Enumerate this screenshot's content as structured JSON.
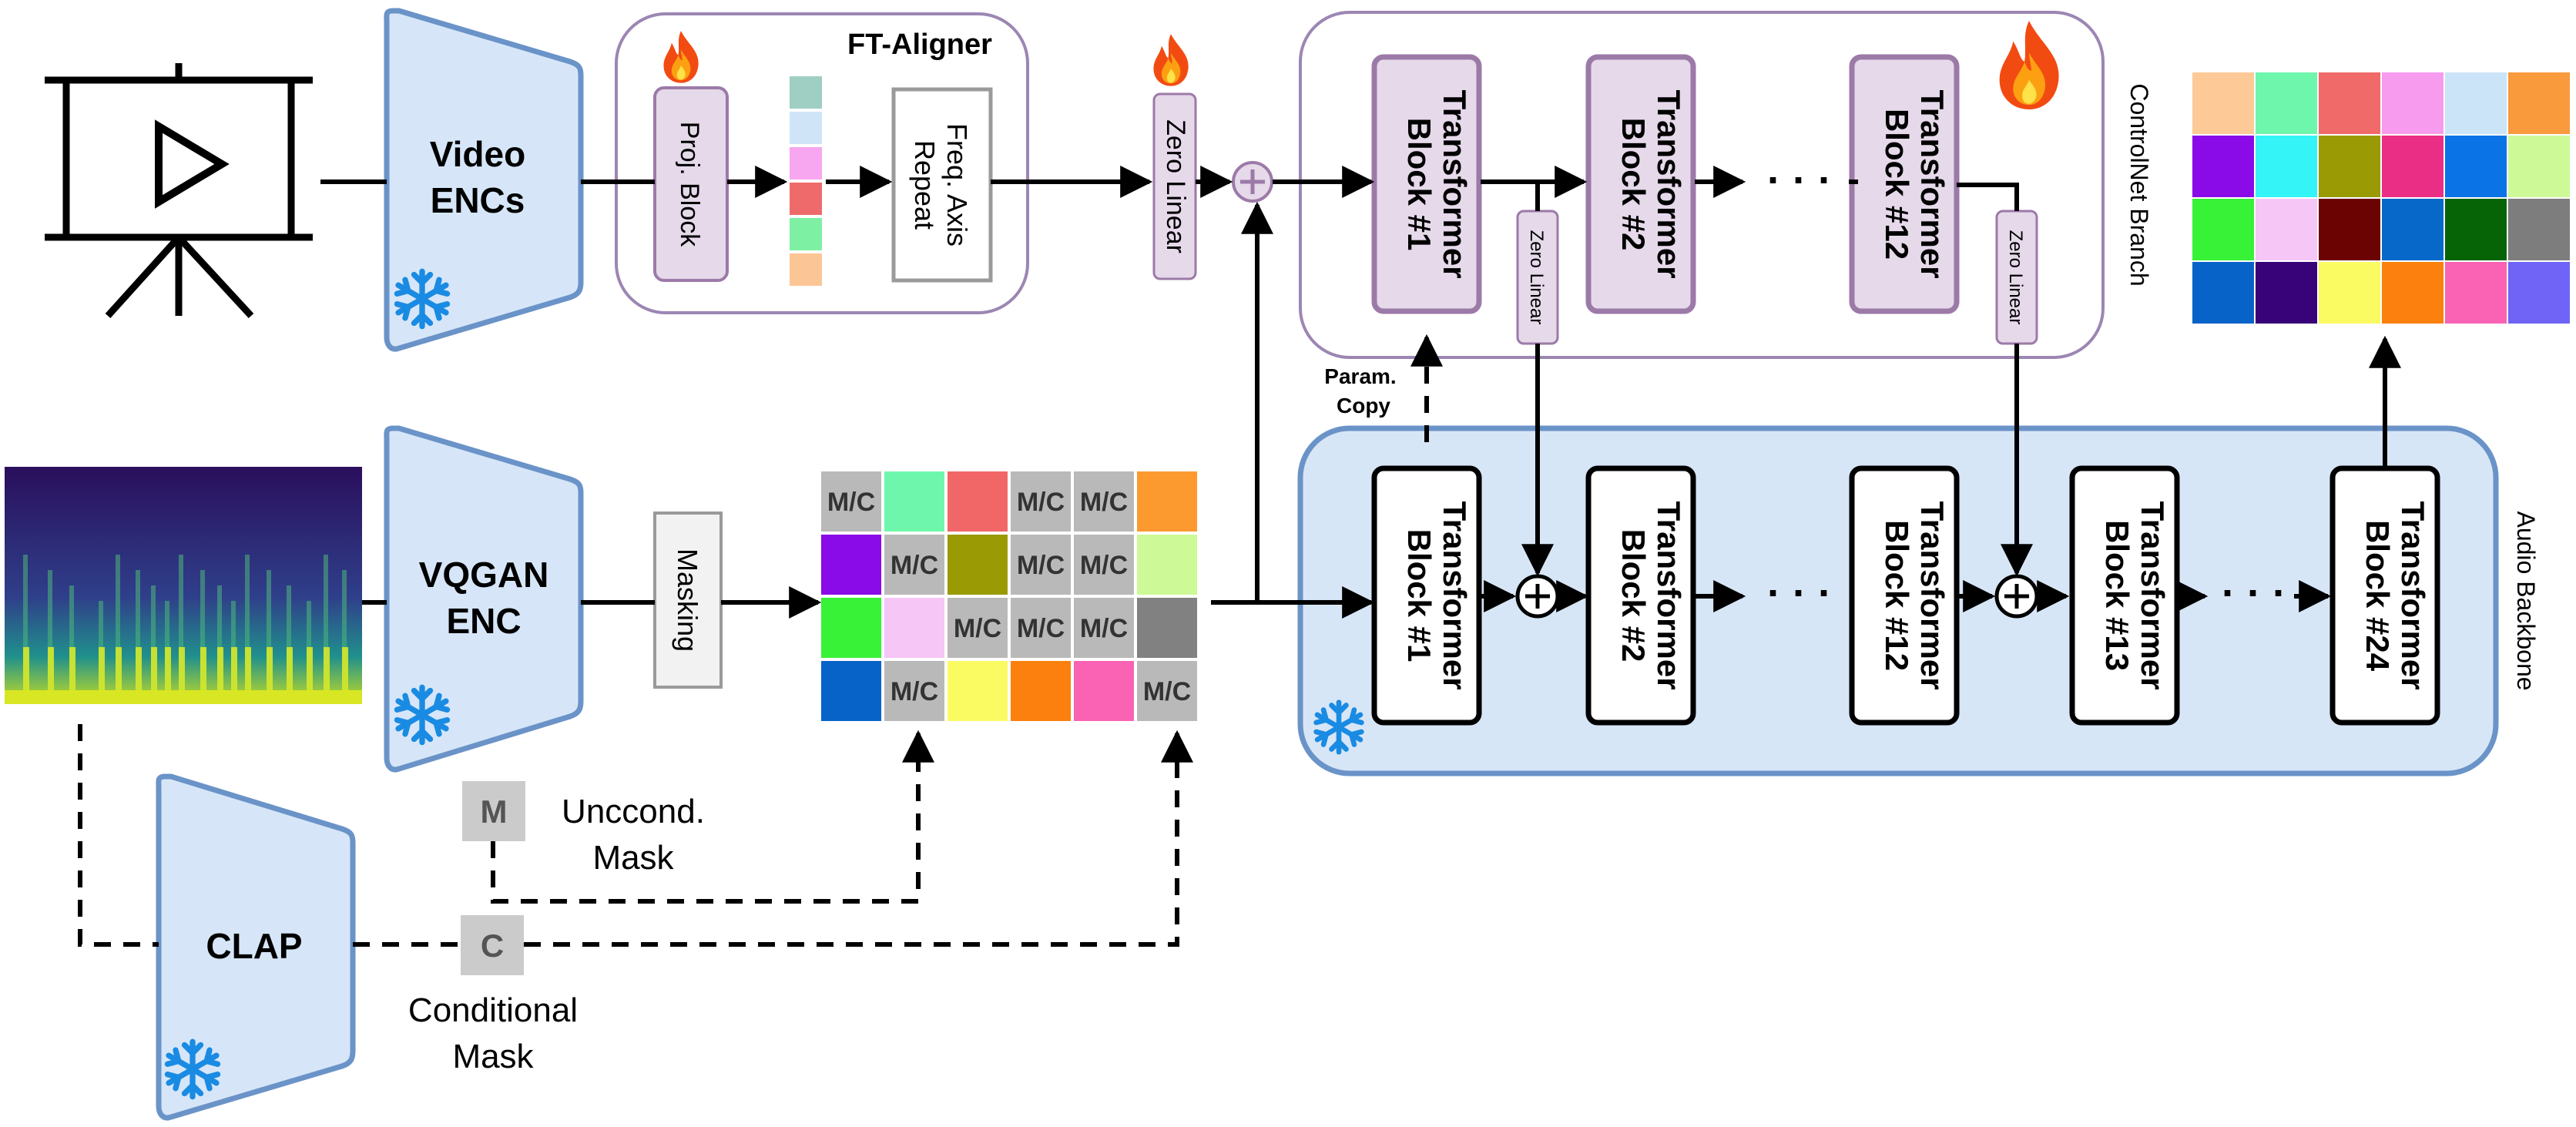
{
  "video_encoder": {
    "line1": "Video",
    "line2": "ENCs"
  },
  "vqgan_encoder": {
    "line1": "VQGAN",
    "line2": "ENC"
  },
  "clap_encoder": {
    "label": "CLAP"
  },
  "ft_aligner": {
    "title": "FT-Aligner",
    "proj_block": "Proj. Block",
    "freq_repeat_line1": "Freq. Axis",
    "freq_repeat_line2": "Repeat",
    "feature_colors": [
      "#9ecfc2",
      "#cfe5f7",
      "#f7a6f0",
      "#ef6a6a",
      "#7ef0a4",
      "#fcc596"
    ]
  },
  "zero_linear": {
    "label": "Zero Linear"
  },
  "masking": {
    "label": "Masking"
  },
  "token_grid": {
    "rows": [
      [
        {
          "color": "#b9b9b9",
          "label": "M/C"
        },
        {
          "color": "#6ef7ac",
          "label": ""
        },
        {
          "color": "#f16666",
          "label": ""
        },
        {
          "color": "#b9b9b9",
          "label": "M/C"
        },
        {
          "color": "#b9b9b9",
          "label": "M/C"
        },
        {
          "color": "#fc9a30",
          "label": ""
        }
      ],
      [
        {
          "color": "#8a0ae8",
          "label": ""
        },
        {
          "color": "#b9b9b9",
          "label": "M/C"
        },
        {
          "color": "#9a9a05",
          "label": ""
        },
        {
          "color": "#b9b9b9",
          "label": "M/C"
        },
        {
          "color": "#b9b9b9",
          "label": "M/C"
        },
        {
          "color": "#cdfa96",
          "label": ""
        }
      ],
      [
        {
          "color": "#37f237",
          "label": ""
        },
        {
          "color": "#f6c6f6",
          "label": ""
        },
        {
          "color": "#b9b9b9",
          "label": "M/C"
        },
        {
          "color": "#b9b9b9",
          "label": "M/C"
        },
        {
          "color": "#b9b9b9",
          "label": "M/C"
        },
        {
          "color": "#818181",
          "label": ""
        }
      ],
      [
        {
          "color": "#0863c9",
          "label": ""
        },
        {
          "color": "#b9b9b9",
          "label": "M/C"
        },
        {
          "color": "#fafa62",
          "label": ""
        },
        {
          "color": "#fb800d",
          "label": ""
        },
        {
          "color": "#fa62b4",
          "label": ""
        },
        {
          "color": "#b9b9b9",
          "label": "M/C"
        }
      ]
    ]
  },
  "output_grid": {
    "rows": [
      [
        "#fdc997",
        "#6ef6ad",
        "#f16a6a",
        "#f79bef",
        "#cbe4f8",
        "#f99a3d"
      ],
      [
        "#8a0ae8",
        "#34f4f8",
        "#9a9a05",
        "#ea2e85",
        "#0a73e6",
        "#cdfa96"
      ],
      [
        "#37f237",
        "#f6c6f6",
        "#6b0303",
        "#0868c9",
        "#066406",
        "#7d7d7d"
      ],
      [
        "#0863c9",
        "#380378",
        "#fafa62",
        "#fb800d",
        "#fa62b4",
        "#6f64f6"
      ]
    ]
  },
  "controlnet": {
    "branch_label": "ControlNet Branch",
    "block_line1": "Transformer",
    "blocks": [
      "Block #1",
      "Block #2",
      "Block #12"
    ],
    "zero_linear_label": "Zero Linear"
  },
  "backbone": {
    "label": "Audio Backbone",
    "block_line1": "Transformer",
    "blocks": [
      "Block #1",
      "Block #2",
      "Block #12",
      "Block #13",
      "Block #24"
    ]
  },
  "param_copy": {
    "line1": "Param.",
    "line2": "Copy"
  },
  "ellipsis": "· · ·",
  "masks": {
    "m_box": "M",
    "c_box": "C",
    "uncond_line1": "Unccond.",
    "uncond_line2": "Mask",
    "cond_line1": "Conditional",
    "cond_line2": "Mask"
  },
  "colors": {
    "encoder_fill": "#d6e6f8",
    "encoder_stroke": "#6a93c8",
    "aligner_stroke": "#9c86b3",
    "block_fill": "#e5d9ea",
    "block_stroke": "#9c7aa8",
    "backbone_fill": "#d7e6f6",
    "snowflake": "#1a8be3"
  }
}
